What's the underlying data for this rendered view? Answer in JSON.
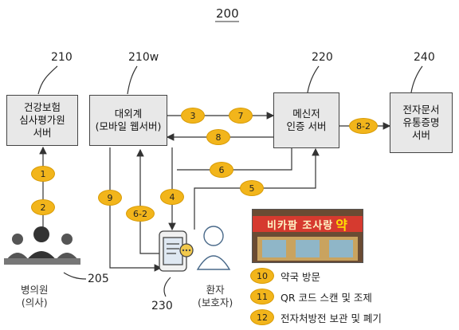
{
  "figure_number": "200",
  "nodes": {
    "hira": {
      "ref": "210",
      "label": "건강보험\n심사평가원\n서버"
    },
    "external": {
      "ref": "210w",
      "label": "대외계\n(모바일 웹서버)"
    },
    "messenger": {
      "ref": "220",
      "label": "메신저\n인증 서버"
    },
    "edoc": {
      "ref": "240",
      "label": "전자문서\n유통증명\n서버"
    }
  },
  "hospital": {
    "ref": "205",
    "label": "병의원\n(의사)"
  },
  "phone": {
    "ref": "230"
  },
  "patient": {
    "label": "환자\n(보호자)"
  },
  "pharmacy_sign": {
    "text": "비카팜 조사랑",
    "emph": "약"
  },
  "badges": {
    "b1": "1",
    "b2": "2",
    "b3": "3",
    "b4": "4",
    "b5": "5",
    "b6": "6",
    "b62": "6-2",
    "b7": "7",
    "b8": "8",
    "b82": "8-2",
    "b9": "9"
  },
  "legend": [
    {
      "num": "10",
      "text": "약국 방문"
    },
    {
      "num": "11",
      "text": "QR 코드 스캔 및 조제"
    },
    {
      "num": "12",
      "text": "전자처방전 보관 및 폐기"
    }
  ],
  "colors": {
    "badge": "#f2b51b",
    "box": "#e8e8e8",
    "line": "#333333"
  }
}
